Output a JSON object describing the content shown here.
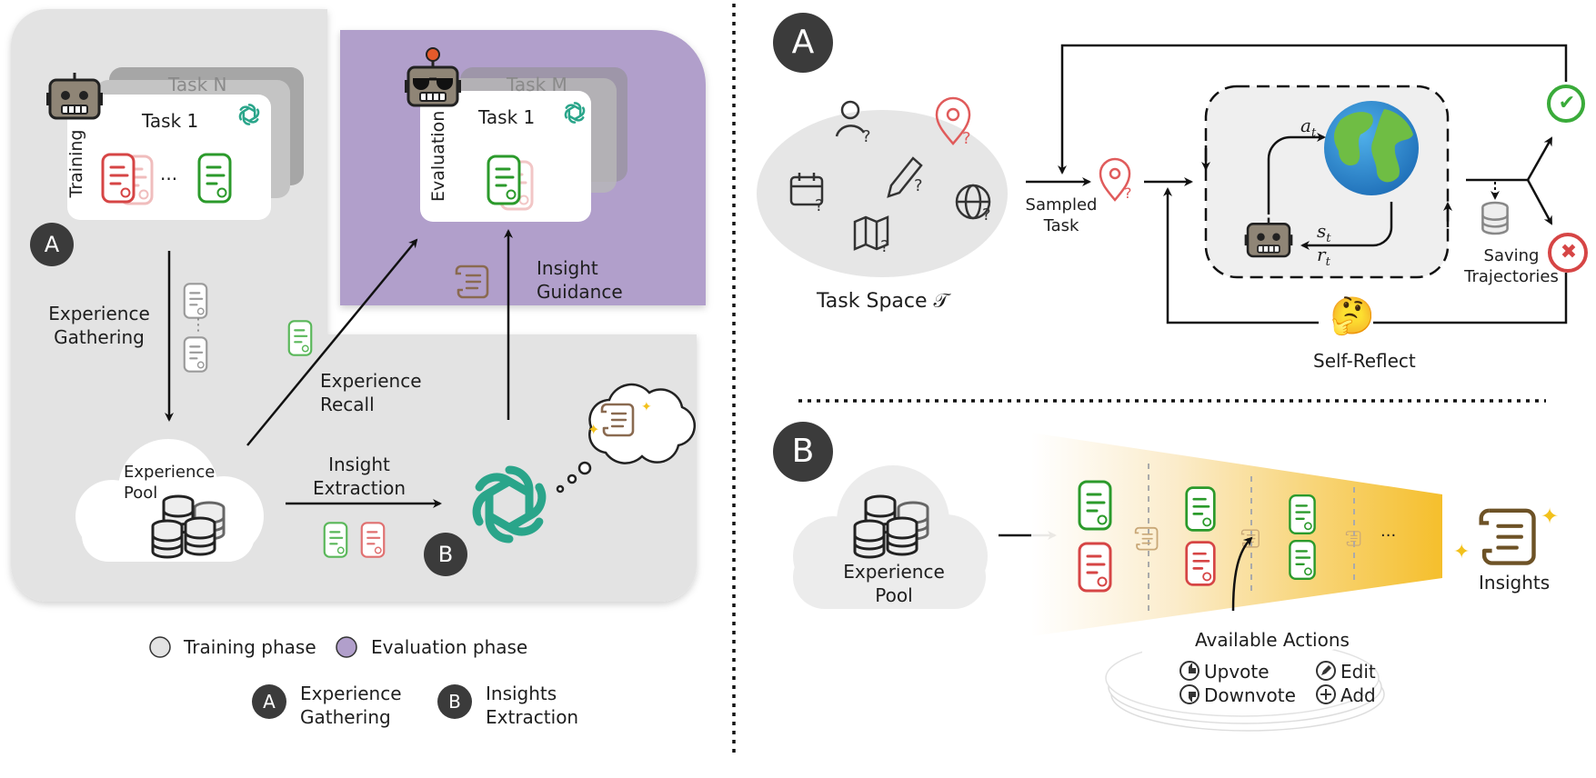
{
  "left": {
    "task_n": "Task N",
    "task_1_train": "Task 1",
    "training": "Training",
    "ellipsis": "···",
    "task_m": "Task M",
    "task_1_eval": "Task 1",
    "evaluation": "Evaluation",
    "badge_a": "A",
    "badge_b": "B",
    "experience_gathering": [
      "Experience",
      "Gathering"
    ],
    "experience_recall": [
      "Experience",
      "Recall"
    ],
    "insight_guidance": [
      "Insight",
      "Guidance"
    ],
    "insight_extraction": [
      "Insight",
      "Extraction"
    ],
    "experience_pool": [
      "Experience",
      "Pool"
    ],
    "dots": "⋮"
  },
  "legend": {
    "training_phase": "Training phase",
    "evaluation_phase": "Evaluation phase",
    "badge_a": "A",
    "badge_b": "B",
    "a_label": [
      "Experience",
      "Gathering"
    ],
    "b_label": [
      "Insights",
      "Extraction"
    ]
  },
  "right_a": {
    "badge": "A",
    "task_space": "Task Space 𝒯",
    "sampled_task": [
      "Sampled",
      "Task"
    ],
    "a_t": "at",
    "s_t": "st",
    "r_t": "rt",
    "saving_trajectories": [
      "Saving",
      "Trajectories"
    ],
    "self_reflect": "Self-Reflect",
    "success_mark": "✔",
    "fail_mark": "✖",
    "thinking_emoji": "🤔"
  },
  "right_b": {
    "badge": "B",
    "experience_pool": [
      "Experience",
      "Pool"
    ],
    "ellipsis": "···",
    "insights": "Insights",
    "available_actions": "Available Actions",
    "upvote": "Upvote",
    "downvote": "Downvote",
    "edit": "Edit",
    "add": "Add"
  },
  "colors": {
    "training_bg": "#e4e4e4",
    "evaluation_bg": "#b19fcb",
    "success_green": "#3aab3a",
    "fail_red": "#d64545",
    "openai_teal": "#2aa58a",
    "badge_dark": "#3b3b3b",
    "insight_gradient_end": "#f5c02a"
  }
}
